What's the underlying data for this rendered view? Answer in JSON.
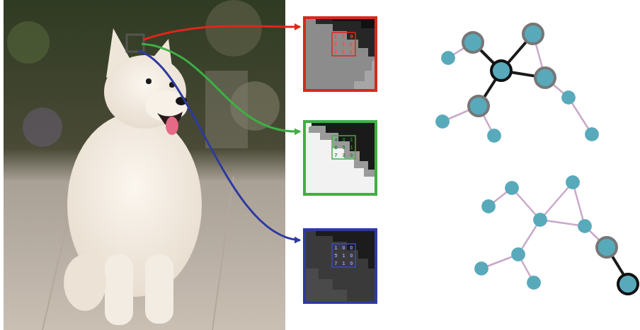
{
  "diagram": {
    "labels": [
      "3",
      "2",
      "0",
      "5",
      "3",
      "0",
      "3",
      "0",
      "2",
      "4",
      "3",
      "1",
      "6",
      "5",
      "1",
      "7",
      "3",
      "0",
      "1",
      "0",
      "0",
      "5",
      "1",
      "0",
      "7",
      "1",
      "0"
    ]
  }
}
